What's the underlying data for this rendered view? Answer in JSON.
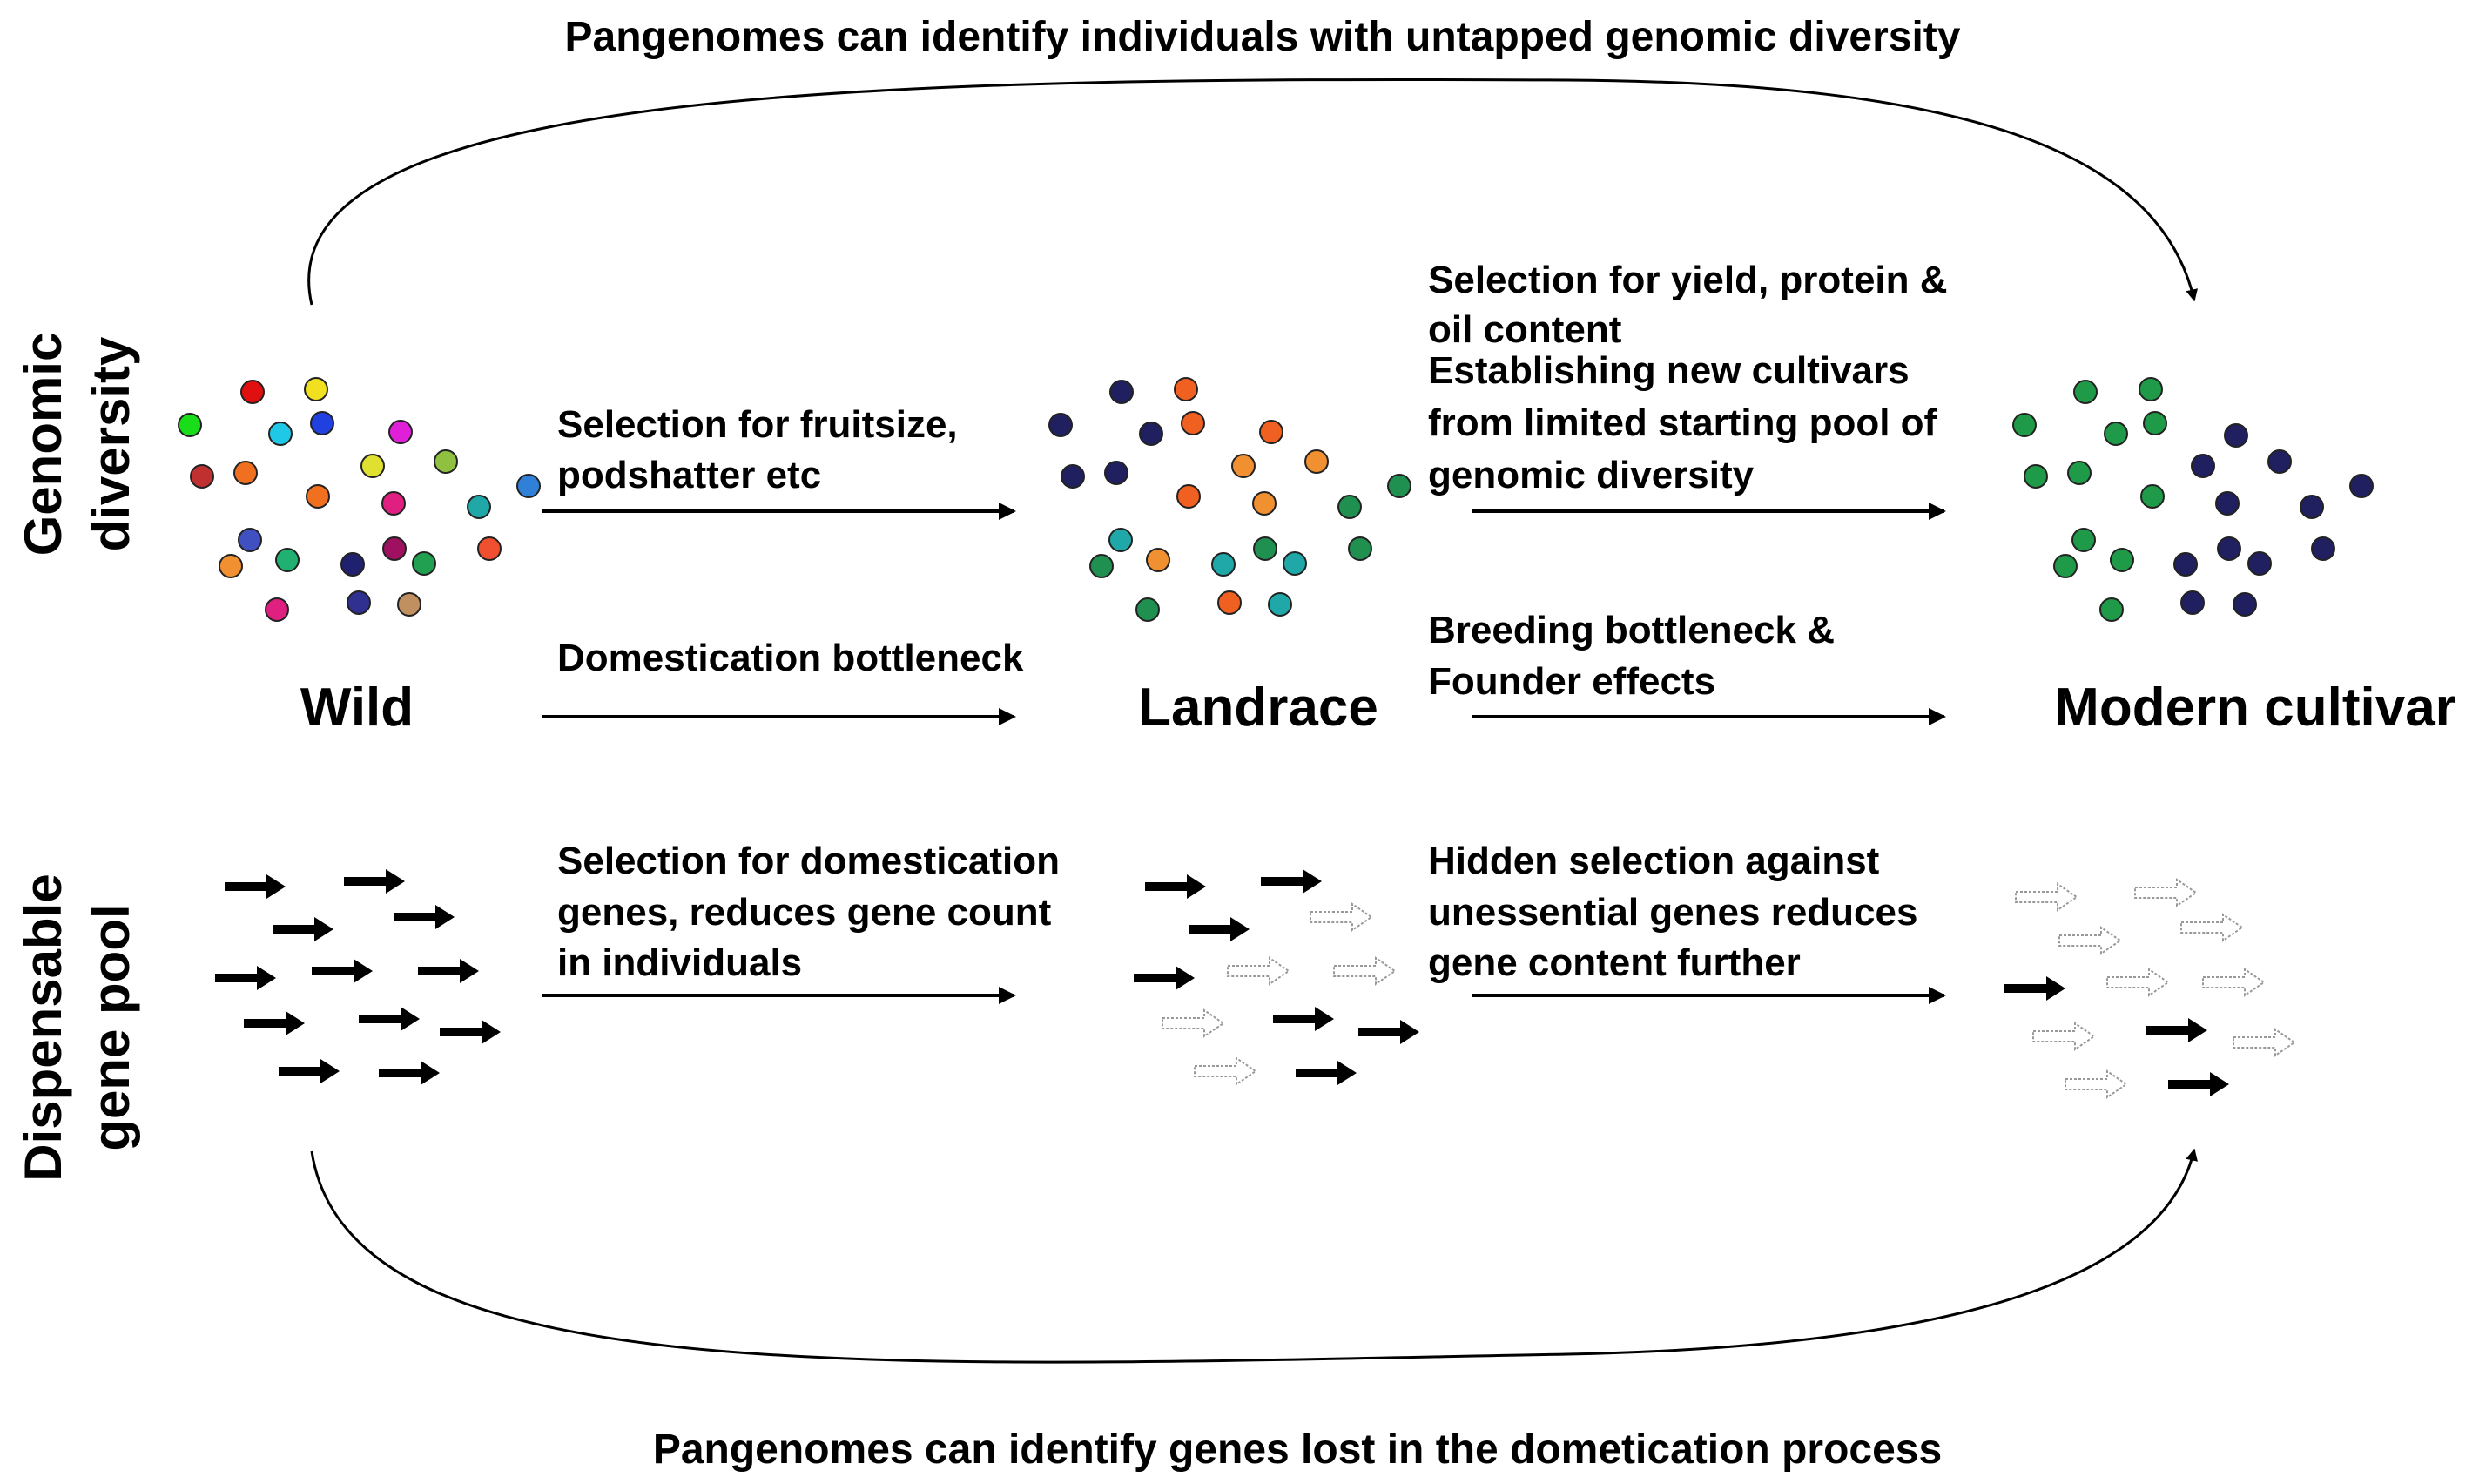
{
  "top_caption": "Pangenomes can identify individuals with untapped genomic diversity",
  "bottom_caption": "Pangenomes can identify genes lost in the dometication process",
  "row_labels": {
    "genomic_line1": "Genomic",
    "genomic_line2": "diversity",
    "gene_pool_line1": "Dispensable",
    "gene_pool_line2": "gene pool"
  },
  "stages": {
    "wild": "Wild",
    "landrace": "Landrace",
    "modern": "Modern cultivar"
  },
  "transitions": {
    "t1_top_line1": "Selection for fruitsize,",
    "t1_top_line2": "podshatter etc",
    "t1_bottom": "Domestication bottleneck",
    "t1_gene_line1": "Selection for domestication",
    "t1_gene_line2": "genes, reduces gene count",
    "t1_gene_line3": "in individuals",
    "t2_top_line1": "Selection for yield, protein &",
    "t2_top_line2": "oil content",
    "t2_top_line3": "Establishing new cultivars",
    "t2_top_line4": "from limited starting pool of",
    "t2_top_line5": "genomic diversity",
    "t2_bottom_line1": "Breeding bottleneck &",
    "t2_bottom_line2": "Founder effects",
    "t2_gene_line1": "Hidden selection against",
    "t2_gene_line2": "unessential genes reduces",
    "t2_gene_line3": "gene content further"
  },
  "colors": {
    "wild_dots": [
      "#19dd19",
      "#e01010",
      "#f0e020",
      "#20c8e8",
      "#2040e0",
      "#e020d8",
      "#c03030",
      "#f07020",
      "#e0e030",
      "#90c040",
      "#20a8a8",
      "#3080d8",
      "#4050c0",
      "#f09030",
      "#20b070",
      "#109080",
      "#e02080",
      "#202070",
      "#a01060",
      "#20a050",
      "#303090",
      "#c09060",
      "#f05030"
    ],
    "landrace_dots": [
      "#202060",
      "#f06020",
      "#209050",
      "#20a8a8",
      "#f09030"
    ],
    "modern_dots": [
      "#1f9a48",
      "#202060"
    ],
    "lost_gene_arrow": "#999999"
  }
}
